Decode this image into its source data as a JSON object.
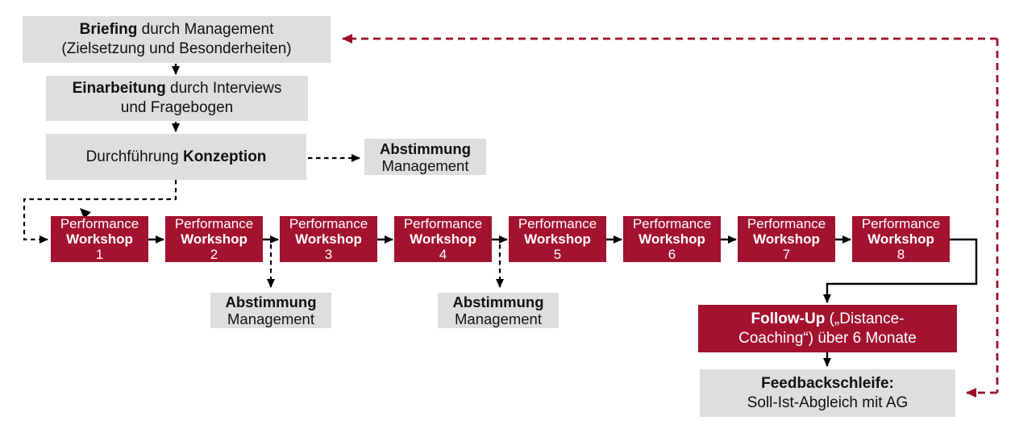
{
  "diagram": {
    "boxes": {
      "briefing": {
        "bold": "Briefing",
        "rest": " durch Management",
        "line2": "(Zielsetzung und Besonderheiten)"
      },
      "einarbeitung": {
        "bold": "Einarbeitung",
        "rest": " durch Interviews",
        "line2": "und Fragebogen"
      },
      "konzeption": {
        "pre": "Durchführung ",
        "bold": "Konzeption"
      },
      "abstimmung_top": {
        "bold": "Abstimmung",
        "line2": "Management"
      },
      "abstimmung_left": {
        "bold": "Abstimmung",
        "line2": "Management"
      },
      "abstimmung_right": {
        "bold": "Abstimmung",
        "line2": "Management"
      },
      "followup": {
        "bold": "Follow-Up",
        "rest": " („Distance-",
        "line2": "Coaching“) über 6 Monate"
      },
      "feedback": {
        "bold": "Feedbackschleife:",
        "line2": "Soll-Ist-Abgleich mit AG"
      }
    },
    "workshops": [
      {
        "line1": "Performance",
        "line2": "Workshop",
        "number": "1"
      },
      {
        "line1": "Performance",
        "line2": "Workshop",
        "number": "2"
      },
      {
        "line1": "Performance",
        "line2": "Workshop",
        "number": "3"
      },
      {
        "line1": "Performance",
        "line2": "Workshop",
        "number": "4"
      },
      {
        "line1": "Performance",
        "line2": "Workshop",
        "number": "5"
      },
      {
        "line1": "Performance",
        "line2": "Workshop",
        "number": "6"
      },
      {
        "line1": "Performance",
        "line2": "Workshop",
        "number": "7"
      },
      {
        "line1": "Performance",
        "line2": "Workshop",
        "number": "8"
      }
    ],
    "colors": {
      "workshop_red": "#A3122F",
      "box_gray": "#DEDEDE",
      "feedback_loop_red": "#9B1129",
      "connector_black": "#000000",
      "text_dark": "#111111",
      "text_light": "#FFFFFF"
    }
  }
}
